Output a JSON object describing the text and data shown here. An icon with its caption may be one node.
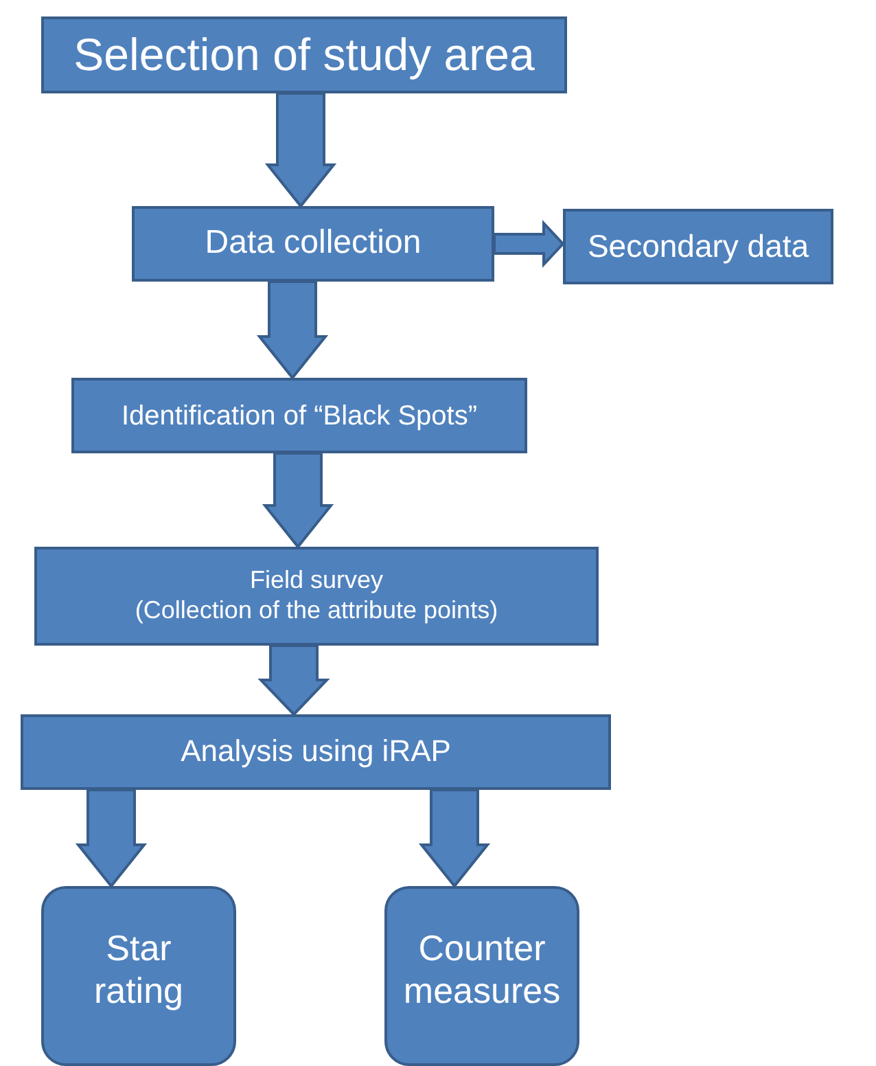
{
  "diagram": {
    "nodes": [
      {
        "text": [
          "Selection of study area"
        ]
      },
      {
        "text": [
          "Data collection"
        ]
      },
      {
        "text": [
          "Secondary data"
        ]
      },
      {
        "text": [
          "Identification of “Black Spots”"
        ]
      },
      {
        "text": [
          "Field survey",
          "(Collection of the attribute points)"
        ]
      },
      {
        "text": [
          "Analysis using iRAP"
        ]
      },
      {
        "text": [
          "Star rating"
        ]
      },
      {
        "text": [
          "Counter measures"
        ]
      }
    ],
    "edges": [
      {
        "from": 0,
        "to": 1,
        "arrow": "to"
      },
      {
        "from": 1,
        "to": 2,
        "arrow": "to"
      },
      {
        "from": 1,
        "to": 3,
        "arrow": "to"
      },
      {
        "from": 3,
        "to": 4,
        "arrow": "to"
      },
      {
        "from": 4,
        "to": 5,
        "arrow": "to"
      },
      {
        "from": 5,
        "to": 6,
        "arrow": "to"
      },
      {
        "from": 5,
        "to": 7,
        "arrow": "to"
      }
    ]
  }
}
